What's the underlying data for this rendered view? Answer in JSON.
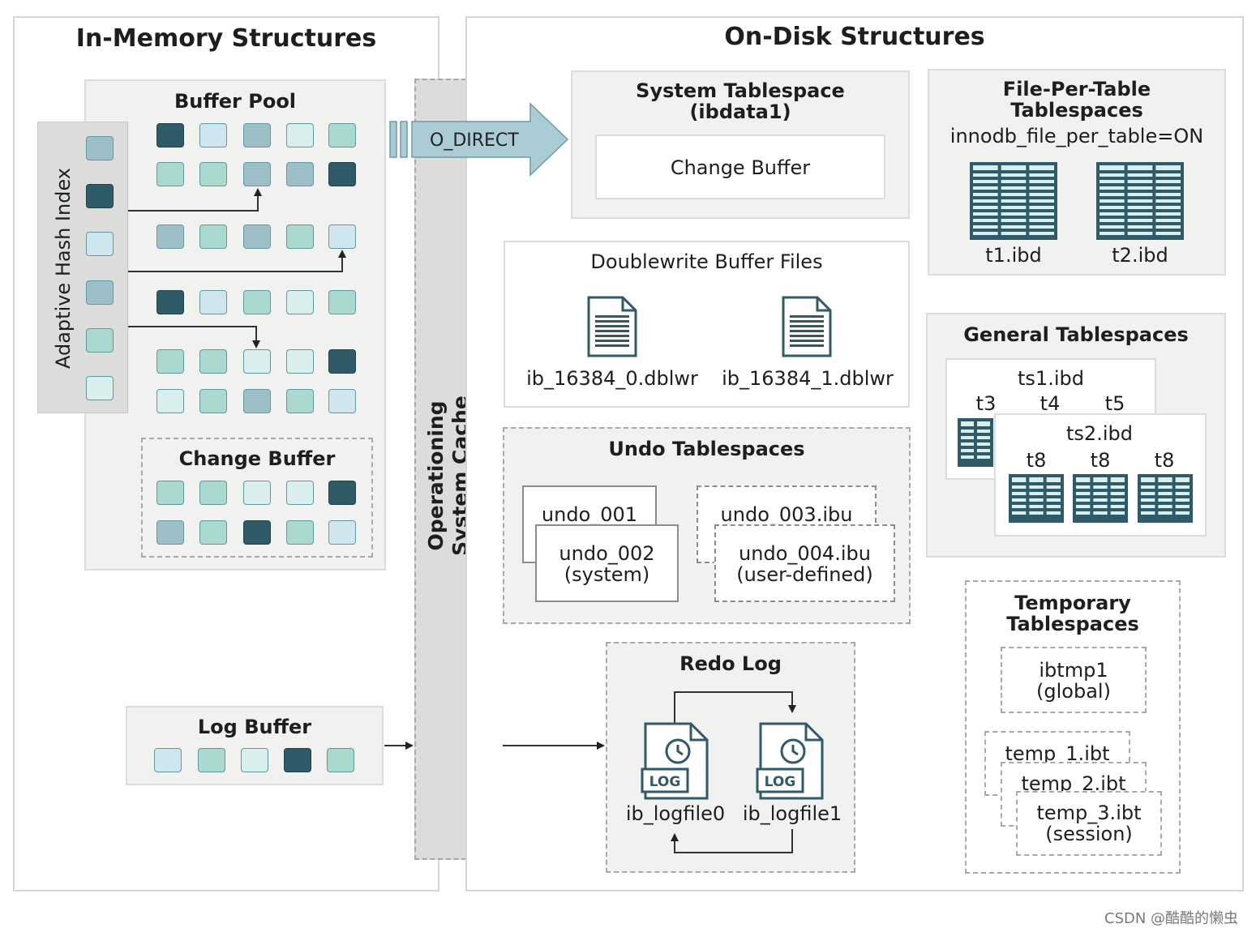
{
  "memory": {
    "title": "In-Memory Structures",
    "buffer_pool": "Buffer Pool",
    "adaptive_hash_index": "Adaptive Hash Index",
    "change_buffer": "Change Buffer",
    "log_buffer": "Log Buffer"
  },
  "os_cache": {
    "line1": "Operationing",
    "line2": "System Cache",
    "o_direct": "O_DIRECT"
  },
  "disk": {
    "title": "On-Disk Structures",
    "system_tablespace": {
      "title1": "System Tablespace",
      "title2": "(ibdata1)",
      "change_buffer": "Change Buffer"
    },
    "file_per_table": {
      "title1": "File-Per-Table",
      "title2": "Tablespaces",
      "setting": "innodb_file_per_table=ON",
      "files": [
        "t1.ibd",
        "t2.ibd"
      ]
    },
    "doublewrite": {
      "title": "Doublewrite Buffer Files",
      "files": [
        "ib_16384_0.dblwr",
        "ib_16384_1.dblwr"
      ]
    },
    "general": {
      "title": "General Tablespaces",
      "ts1": "ts1.ibd",
      "ts1_tables": [
        "t3",
        "t4",
        "t5"
      ],
      "ts2": "ts2.ibd",
      "ts2_tables": [
        "t8",
        "t8",
        "t8"
      ]
    },
    "undo": {
      "title": "Undo Tablespaces",
      "undo_001": "undo_001",
      "undo_002a": "undo_002",
      "undo_002b": "(system)",
      "undo_003": "undo_003.ibu",
      "undo_004a": "undo_004.ibu",
      "undo_004b": "(user-defined)"
    },
    "redo": {
      "title": "Redo Log",
      "files": [
        "ib_logfile0",
        "ib_logfile1"
      ],
      "icon_label": "LOG"
    },
    "temporary": {
      "title1": "Temporary",
      "title2": "Tablespaces",
      "ibtmp1a": "ibtmp1",
      "ibtmp1b": "(global)",
      "temp1": "temp_1.ibt",
      "temp2": "temp_2.ibt",
      "temp3a": "temp_3.ibt",
      "temp3b": "(session)"
    }
  },
  "watermark": "CSDN @酷酷的懒虫"
}
